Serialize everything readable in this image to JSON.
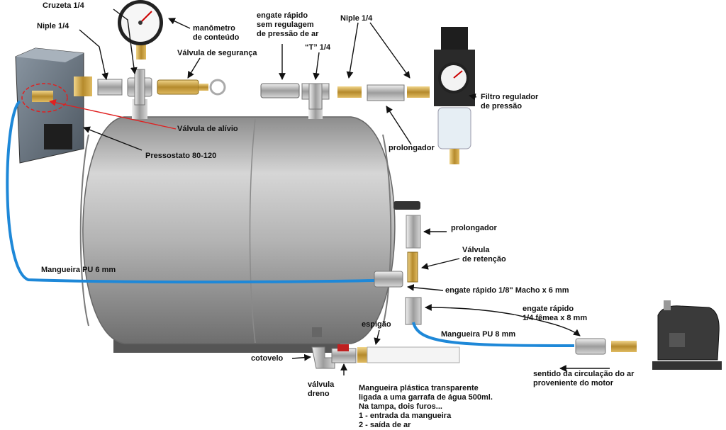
{
  "labels": {
    "cruzeta": "Cruzeta 1/4",
    "niple_left": "Niple 1/4",
    "manometro": "manômetro\nde conteúdo",
    "valvula_seguranca": "Válvula de segurança",
    "engate_rapido_top": "engate rápido\nsem regulagem\nde pressão de ar",
    "t_fitting": "“T” 1/4",
    "niple_right": "Niple 1/4",
    "filtro": "Filtro regulador\nde pressão",
    "valvula_alivio": "Válvula de alívio",
    "pressostato": "Pressostato 80-120",
    "prolongador_top": "prolongador",
    "prolongador_side": "prolongador",
    "valvula_retencao": "Válvula\nde retenção",
    "mangueira_pu6": "Mangueira PU 6 mm",
    "engate_macho": "engate rápido 1/8\" Macho x 6 mm",
    "engate_femea": "engate rápido\n1/4 fêmea x 8 mm",
    "mangueira_pu8": "Mangueira PU 8 mm",
    "espigao": "espigão",
    "cotovelo": "cotovelo",
    "valvula_dreno": "válvula\ndreno",
    "sentido": "sentido da circulação do ar\nproveniente do motor"
  },
  "note": {
    "lines": [
      "Mangueira plástica transparente",
      "ligada a uma garrafa de água 500ml.",
      "Na tampa, dois furos...",
      "1 - entrada da mangueira",
      "2 - saída de ar"
    ]
  },
  "colors": {
    "hose": "#1e88d8",
    "pointer": "#111111",
    "relief_pointer": "#e02020",
    "tank": "#a7a7a7"
  },
  "icons": {
    "gauge": "pressure-gauge-icon",
    "pressure_switch": "pressure-switch-icon",
    "compressor": "compressor-motor-icon"
  }
}
